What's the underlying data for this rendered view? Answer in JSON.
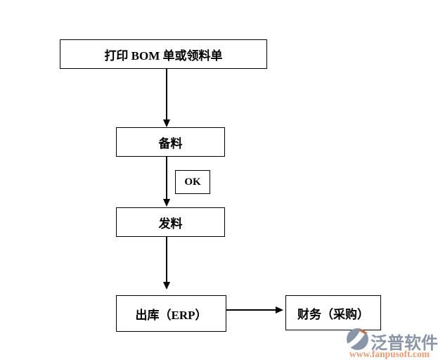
{
  "diagram": {
    "line_color": "#000000",
    "nodes": {
      "print_bom": {
        "label": "打印 BOM 单或领料单"
      },
      "prepare": {
        "label": "备料"
      },
      "ok": {
        "label": "OK"
      },
      "issue": {
        "label": "发料"
      },
      "outbound": {
        "label": "出库（ERP）"
      },
      "finance": {
        "label": "财务（采购）"
      }
    },
    "connectors": [
      {
        "from": "print_bom",
        "to": "prepare",
        "direction": "down"
      },
      {
        "from": "prepare",
        "to": "issue",
        "direction": "down",
        "annotation": "OK"
      },
      {
        "from": "issue",
        "to": "outbound",
        "direction": "down"
      },
      {
        "from": "outbound",
        "to": "finance",
        "direction": "right"
      }
    ]
  },
  "watermark": {
    "brand": "泛普软件",
    "url": "www.fanpusoft.com",
    "brand_color": "#8A95A7",
    "url_color": "#ED9C72",
    "logo_color": "#8A95A7",
    "logo_accent_color": "#C9714A"
  }
}
